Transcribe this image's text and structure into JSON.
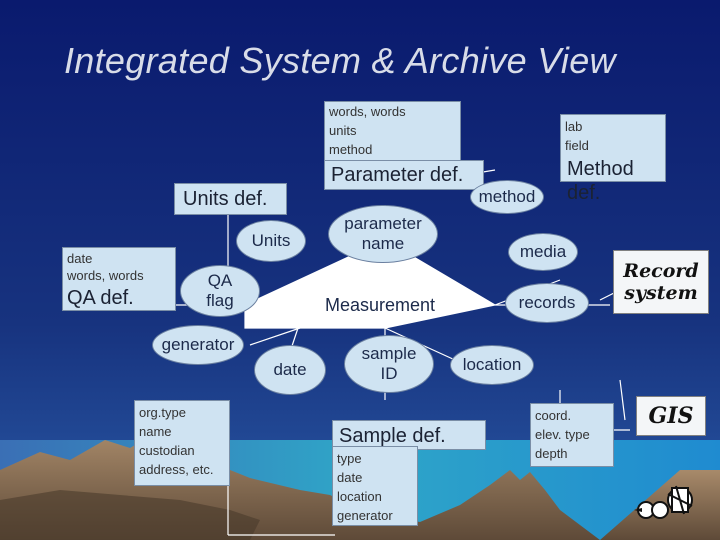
{
  "title": "Integrated System & Archive View",
  "boxes": {
    "param_top": [
      "words, words",
      "units",
      "method"
    ],
    "param_label": "Parameter def.",
    "method_top": [
      "lab",
      "field"
    ],
    "method_label": "Method def.",
    "units_label": "Units def.",
    "qa_top": [
      "date",
      "words, words"
    ],
    "qa_label": "QA def.",
    "org": [
      "org.type",
      "name",
      "custodian",
      "address, etc."
    ],
    "sample_label": "Sample def.",
    "sample_fields": [
      "type",
      "date",
      "location",
      "generator"
    ],
    "coord": [
      "coord.",
      "elev. type",
      "depth"
    ]
  },
  "nodes": {
    "method": "method",
    "units": "Units",
    "parameter_name": "parameter\nname",
    "media": "media",
    "qa_flag": "QA\nflag",
    "measurement": "Measurement",
    "records": "records",
    "generator": "generator",
    "date": "date",
    "sample_id": "sample\nID",
    "location": "location"
  },
  "badges": {
    "record_system": "Record\nsystem",
    "gis": "GIS"
  },
  "colors": {
    "sky_top": "#0a1a6e",
    "sky_bottom": "#1f4c9a",
    "box_fill": "#cfe3f2",
    "title": "#d8dce8"
  }
}
